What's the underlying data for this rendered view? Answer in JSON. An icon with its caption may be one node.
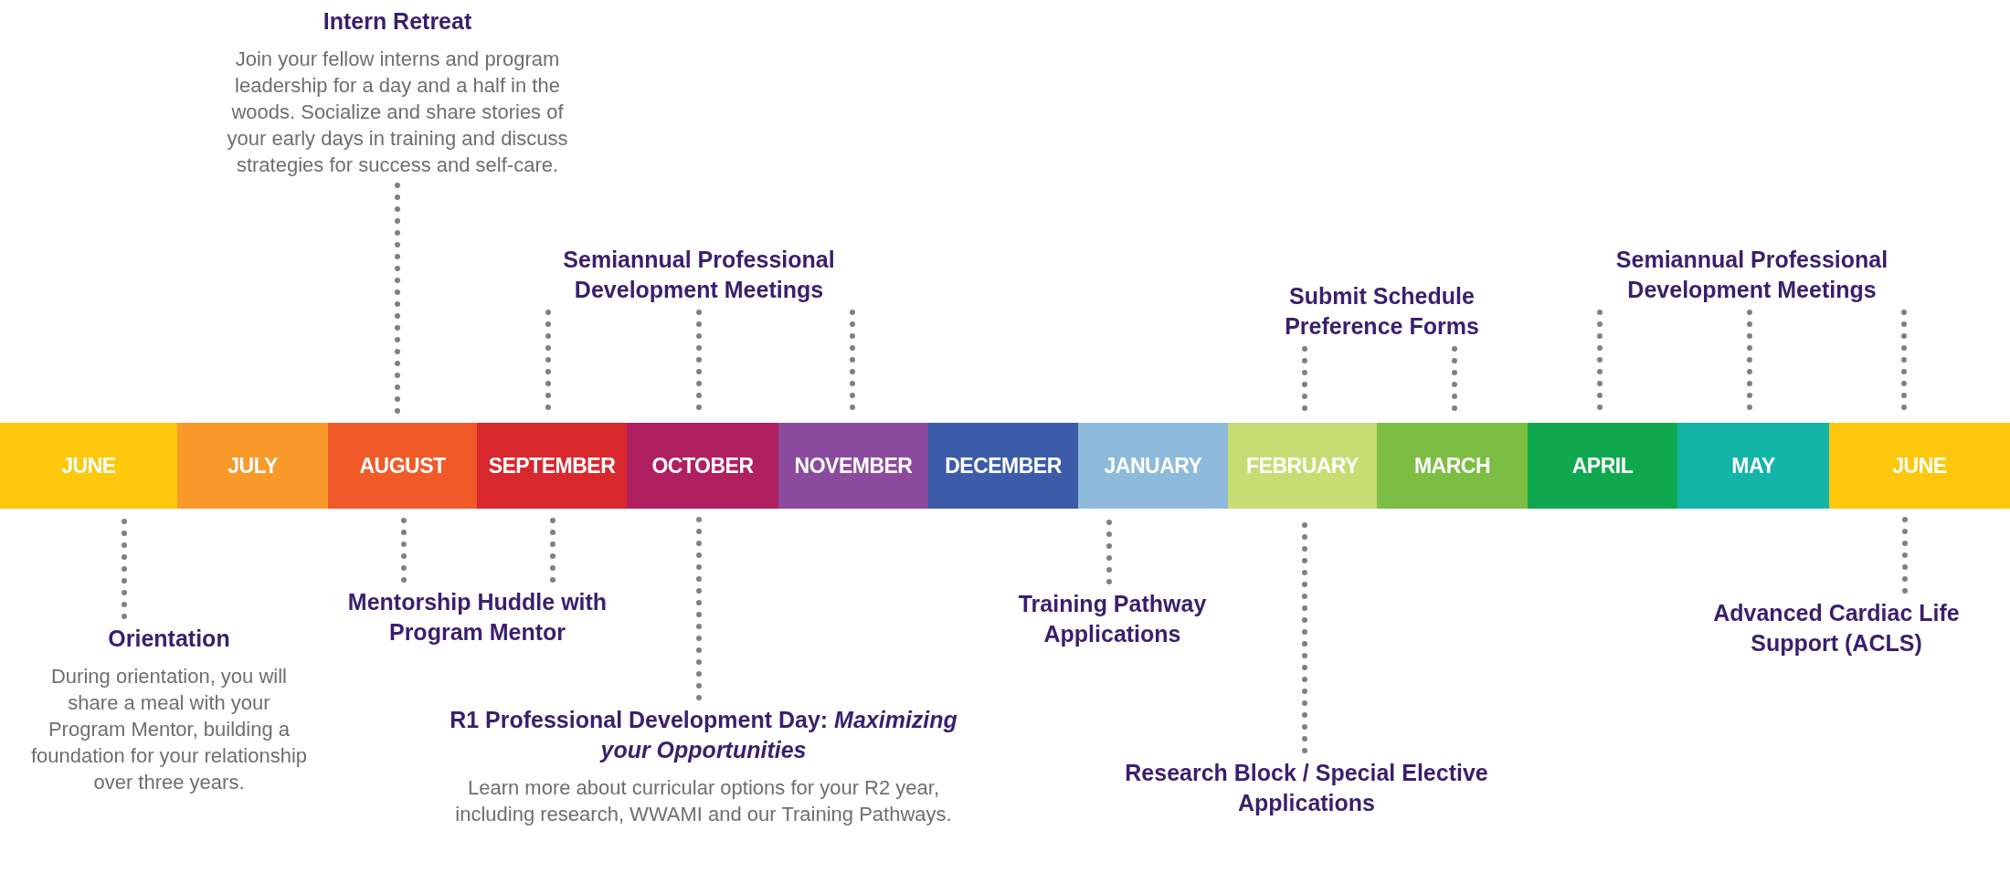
{
  "diagram": {
    "nodes": [
      {
        "text": [
          "JUNE"
        ]
      },
      {
        "text": [
          "JULY"
        ]
      },
      {
        "text": [
          "AUGUST"
        ]
      },
      {
        "text": [
          "SEPTEMBER"
        ]
      },
      {
        "text": [
          "OCTOBER"
        ]
      },
      {
        "text": [
          "NOVEMBER"
        ]
      },
      {
        "text": [
          "DECEMBER"
        ]
      },
      {
        "text": [
          "JANUARY"
        ]
      },
      {
        "text": [
          "FEBRUARY"
        ]
      },
      {
        "text": [
          "MARCH"
        ]
      },
      {
        "text": [
          "APRIL"
        ]
      },
      {
        "text": [
          "MAY"
        ]
      },
      {
        "text": [
          "JUNE"
        ]
      },
      {
        "text": [
          "Intern Retreat",
          "Join your fellow interns and program leadership for a day and a half in the woods. Socialize and share stories of your early days in training and discuss strategies for success and self-care."
        ]
      },
      {
        "text": [
          "Semiannual Professional Development Meetings"
        ]
      },
      {
        "text": [
          "Submit Schedule Preference Forms"
        ]
      },
      {
        "text": [
          "Semiannual Professional Development Meetings"
        ]
      },
      {
        "text": [
          "Orientation",
          "During orientation, you will share a meal with your Program Mentor, building a foundation for your relationship over three years."
        ]
      },
      {
        "text": [
          "Mentorship Huddle with Program Mentor"
        ]
      },
      {
        "text": [
          "R1 Professional Development Day: *Maximizing your Opportunities*",
          "Learn more about curricular options for your R2 year, including research, WWAMI and our Training Pathways."
        ]
      },
      {
        "text": [
          "Training Pathway Applications"
        ]
      },
      {
        "text": [
          "Research Block / Special Elective Applications"
        ]
      },
      {
        "text": [
          "Advanced Cardiac Life Support (ACLS)"
        ]
      }
    ],
    "edges": [
      {
        "from": 13,
        "to": 2,
        "arrow": "none"
      },
      {
        "from": 14,
        "to": 3,
        "arrow": "none"
      },
      {
        "from": 14,
        "to": 4,
        "arrow": "none"
      },
      {
        "from": 14,
        "to": 5,
        "arrow": "none"
      },
      {
        "from": 15,
        "to": 8,
        "arrow": "none"
      },
      {
        "from": 15,
        "to": 9,
        "arrow": "none"
      },
      {
        "from": 16,
        "to": 10,
        "arrow": "none"
      },
      {
        "from": 16,
        "to": 11,
        "arrow": "none"
      },
      {
        "from": 16,
        "to": 12,
        "arrow": "none"
      },
      {
        "from": 17,
        "to": 0,
        "arrow": "none"
      },
      {
        "from": 18,
        "to": 2,
        "arrow": "none"
      },
      {
        "from": 18,
        "to": 3,
        "arrow": "none"
      },
      {
        "from": 19,
        "to": 4,
        "arrow": "none"
      },
      {
        "from": 20,
        "to": 7,
        "arrow": "none"
      },
      {
        "from": 21,
        "to": 8,
        "arrow": "none"
      },
      {
        "from": 22,
        "to": 12,
        "arrow": "none"
      }
    ]
  }
}
